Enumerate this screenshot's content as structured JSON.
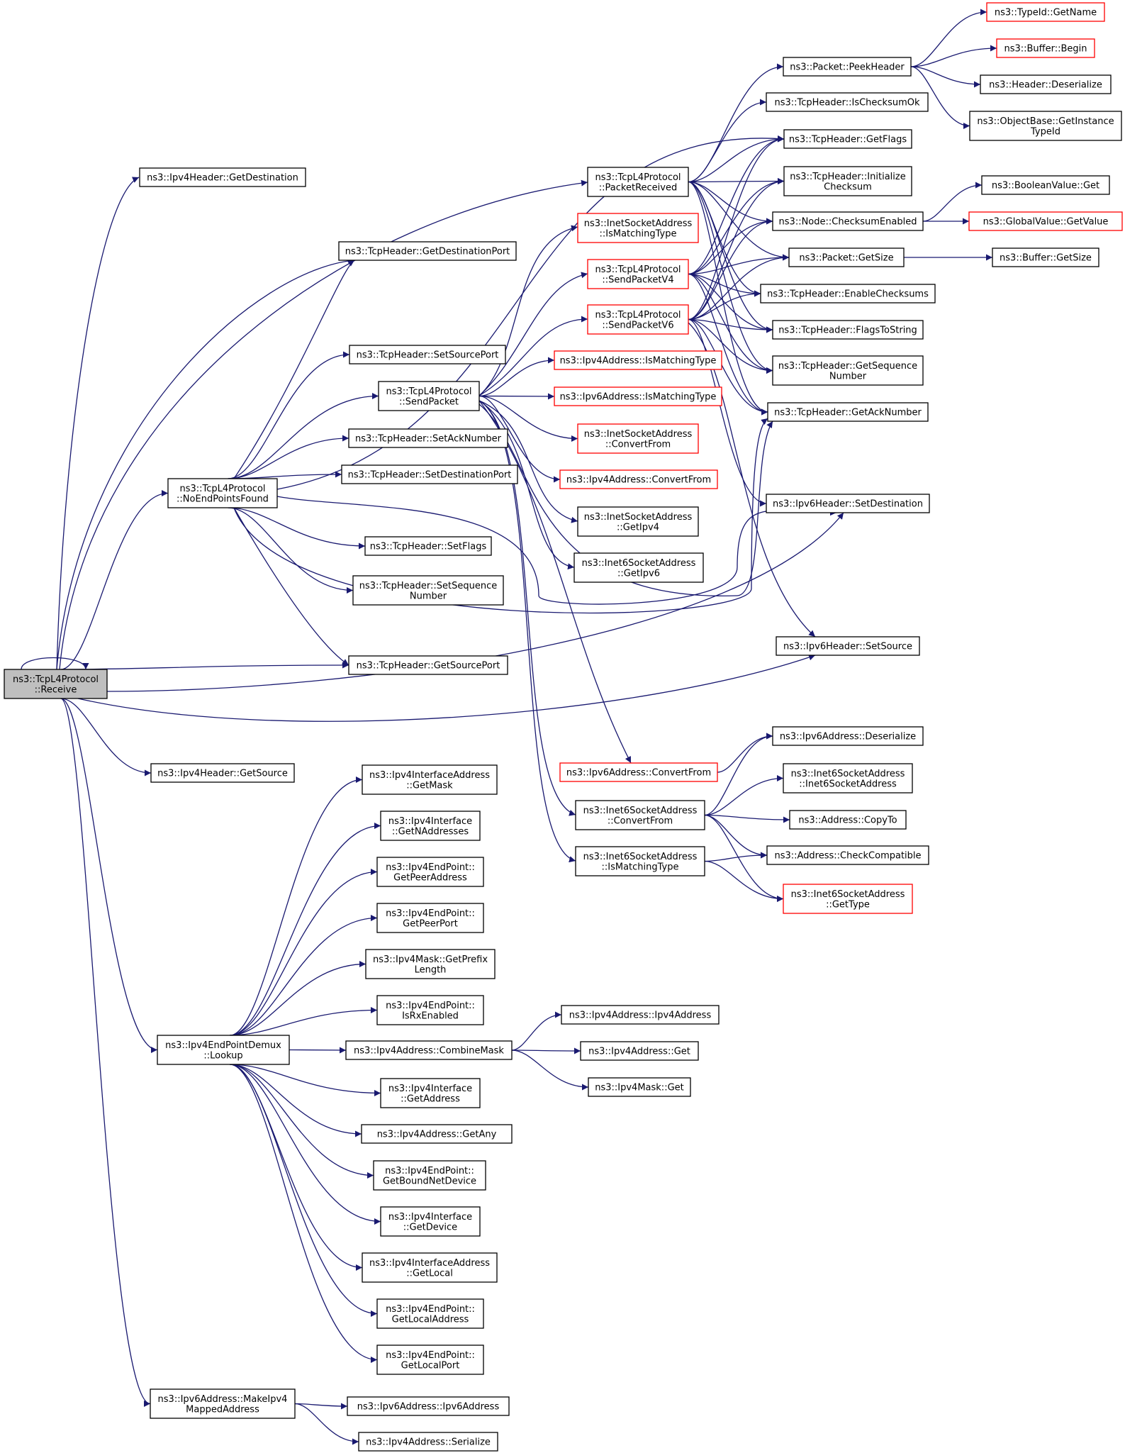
{
  "colors": {
    "edge": "#191970",
    "node_border": "#000000",
    "external_border": "#ff0000",
    "root_fill": "#bfbfbf",
    "background": "#ffffff"
  },
  "nodes": {
    "receive": {
      "lines": [
        "ns3::TcpL4Protocol",
        "::Receive"
      ]
    },
    "ipv4hdr_getdestination": {
      "lines": [
        "ns3::Ipv4Header::GetDestination"
      ]
    },
    "tcphdr_getdestinationport": {
      "lines": [
        "ns3::TcpHeader::GetDestinationPort"
      ]
    },
    "tcpl4_nopendpointsfound": {
      "lines": [
        "ns3::TcpL4Protocol",
        "::NoEndPointsFound"
      ]
    },
    "tcphdr_setsourceport": {
      "lines": [
        "ns3::TcpHeader::SetSourcePort"
      ]
    },
    "tcpl4_sendpacket": {
      "lines": [
        "ns3::TcpL4Protocol",
        "::SendPacket"
      ]
    },
    "tcphdr_setacknumber": {
      "lines": [
        "ns3::TcpHeader::SetAckNumber"
      ]
    },
    "tcphdr_setdestinationport": {
      "lines": [
        "ns3::TcpHeader::SetDestinationPort"
      ]
    },
    "tcphdr_setflags": {
      "lines": [
        "ns3::TcpHeader::SetFlags"
      ]
    },
    "tcphdr_setsequencenumber": {
      "lines": [
        "ns3::TcpHeader::SetSequence",
        "Number"
      ]
    },
    "tcphdr_getsourceport": {
      "lines": [
        "ns3::TcpHeader::GetSourcePort"
      ]
    },
    "ipv4hdr_getsource": {
      "lines": [
        "ns3::Ipv4Header::GetSource"
      ]
    },
    "tcpl4_packetreceived": {
      "lines": [
        "ns3::TcpL4Protocol",
        "::PacketReceived"
      ]
    },
    "inetsock_ismatchingtype": {
      "lines": [
        "ns3::InetSocketAddress",
        "::IsMatchingType"
      ]
    },
    "tcpl4_sendpacketv4": {
      "lines": [
        "ns3::TcpL4Protocol",
        "::SendPacketV4"
      ]
    },
    "tcpl4_sendpacketv6": {
      "lines": [
        "ns3::TcpL4Protocol",
        "::SendPacketV6"
      ]
    },
    "ipv4addr_ismatchingtype": {
      "lines": [
        "ns3::Ipv4Address::IsMatchingType"
      ]
    },
    "ipv6addr_ismatchingtype": {
      "lines": [
        "ns3::Ipv6Address::IsMatchingType"
      ]
    },
    "inetsock_convertfrom": {
      "lines": [
        "ns3::InetSocketAddress",
        "::ConvertFrom"
      ]
    },
    "ipv4addr_convertfrom": {
      "lines": [
        "ns3::Ipv4Address::ConvertFrom"
      ]
    },
    "inetsock_getipv4": {
      "lines": [
        "ns3::InetSocketAddress",
        "::GetIpv4"
      ]
    },
    "inet6sock_getipv6": {
      "lines": [
        "ns3::Inet6SocketAddress",
        "::GetIpv6"
      ]
    },
    "packet_peekheader": {
      "lines": [
        "ns3::Packet::PeekHeader"
      ]
    },
    "tcphdr_ischecksumok": {
      "lines": [
        "ns3::TcpHeader::IsChecksumOk"
      ]
    },
    "tcphdr_getflags": {
      "lines": [
        "ns3::TcpHeader::GetFlags"
      ]
    },
    "tcphdr_initializechecksum": {
      "lines": [
        "ns3::TcpHeader::Initialize",
        "Checksum"
      ]
    },
    "node_checksumenabled": {
      "lines": [
        "ns3::Node::ChecksumEnabled"
      ]
    },
    "packet_getsize": {
      "lines": [
        "ns3::Packet::GetSize"
      ]
    },
    "tcphdr_enablechecksums": {
      "lines": [
        "ns3::TcpHeader::EnableChecksums"
      ]
    },
    "tcphdr_flagstostring": {
      "lines": [
        "ns3::TcpHeader::FlagsToString"
      ]
    },
    "tcphdr_getsequencenumber": {
      "lines": [
        "ns3::TcpHeader::GetSequence",
        "Number"
      ]
    },
    "tcphdr_getacknumber": {
      "lines": [
        "ns3::TcpHeader::GetAckNumber"
      ]
    },
    "ipv6hdr_setdestination": {
      "lines": [
        "ns3::Ipv6Header::SetDestination"
      ]
    },
    "ipv6hdr_setsource": {
      "lines": [
        "ns3::Ipv6Header::SetSource"
      ]
    },
    "typeid_getname": {
      "lines": [
        "ns3::TypeId::GetName"
      ]
    },
    "buffer_begin": {
      "lines": [
        "ns3::Buffer::Begin"
      ]
    },
    "header_deserialize": {
      "lines": [
        "ns3::Header::Deserialize"
      ]
    },
    "objectbase_getinstancetypeid": {
      "lines": [
        "ns3::ObjectBase::GetInstance",
        "TypeId"
      ]
    },
    "booleanvalue_get": {
      "lines": [
        "ns3::BooleanValue::Get"
      ]
    },
    "globalvalue_getvalue": {
      "lines": [
        "ns3::GlobalValue::GetValue"
      ]
    },
    "buffer_getsize": {
      "lines": [
        "ns3::Buffer::GetSize"
      ]
    },
    "ipv6addr_convertfrom": {
      "lines": [
        "ns3::Ipv6Address::ConvertFrom"
      ]
    },
    "ipv6addr_deserialize": {
      "lines": [
        "ns3::Ipv6Address::Deserialize"
      ]
    },
    "inet6sock_inet6socketaddress": {
      "lines": [
        "ns3::Inet6SocketAddress",
        "::Inet6SocketAddress"
      ]
    },
    "inet6sock_convertfrom": {
      "lines": [
        "ns3::Inet6SocketAddress",
        "::ConvertFrom"
      ]
    },
    "address_copyto": {
      "lines": [
        "ns3::Address::CopyTo"
      ]
    },
    "address_checkcompatible": {
      "lines": [
        "ns3::Address::CheckCompatible"
      ]
    },
    "inet6sock_ismatchingtype": {
      "lines": [
        "ns3::Inet6SocketAddress",
        "::IsMatchingType"
      ]
    },
    "inet6sock_gettype": {
      "lines": [
        "ns3::Inet6SocketAddress",
        "::GetType"
      ]
    },
    "ipv4ifaddr_getmask": {
      "lines": [
        "ns3::Ipv4InterfaceAddress",
        "::GetMask"
      ]
    },
    "ipv4iface_getnaddresses": {
      "lines": [
        "ns3::Ipv4Interface",
        "::GetNAddresses"
      ]
    },
    "ipv4ep_getpeeraddress": {
      "lines": [
        "ns3::Ipv4EndPoint::",
        "GetPeerAddress"
      ]
    },
    "ipv4ep_getpeerport": {
      "lines": [
        "ns3::Ipv4EndPoint::",
        "GetPeerPort"
      ]
    },
    "ipv4mask_getprefixlength": {
      "lines": [
        "ns3::Ipv4Mask::GetPrefix",
        "Length"
      ]
    },
    "ipv4ep_isrxenabled": {
      "lines": [
        "ns3::Ipv4EndPoint::",
        "IsRxEnabled"
      ]
    },
    "ipv4epdemux_lookup": {
      "lines": [
        "ns3::Ipv4EndPointDemux",
        "::Lookup"
      ]
    },
    "ipv4addr_combinemask": {
      "lines": [
        "ns3::Ipv4Address::CombineMask"
      ]
    },
    "ipv4addr_ipv4address": {
      "lines": [
        "ns3::Ipv4Address::Ipv4Address"
      ]
    },
    "ipv4addr_get": {
      "lines": [
        "ns3::Ipv4Address::Get"
      ]
    },
    "ipv4mask_get": {
      "lines": [
        "ns3::Ipv4Mask::Get"
      ]
    },
    "ipv4iface_getaddress": {
      "lines": [
        "ns3::Ipv4Interface",
        "::GetAddress"
      ]
    },
    "ipv4addr_getany": {
      "lines": [
        "ns3::Ipv4Address::GetAny"
      ]
    },
    "ipv4ep_getboundnetdevice": {
      "lines": [
        "ns3::Ipv4EndPoint::",
        "GetBoundNetDevice"
      ]
    },
    "ipv4iface_getdevice": {
      "lines": [
        "ns3::Ipv4Interface",
        "::GetDevice"
      ]
    },
    "ipv4ifaddr_getlocal": {
      "lines": [
        "ns3::Ipv4InterfaceAddress",
        "::GetLocal"
      ]
    },
    "ipv4ep_getlocaladdress": {
      "lines": [
        "ns3::Ipv4EndPoint::",
        "GetLocalAddress"
      ]
    },
    "ipv4ep_getlocalport": {
      "lines": [
        "ns3::Ipv4EndPoint::",
        "GetLocalPort"
      ]
    },
    "ipv6addr_makeipv4mappedaddress": {
      "lines": [
        "ns3::Ipv6Address::MakeIpv4",
        "MappedAddress"
      ]
    },
    "ipv6addr_ipv6address": {
      "lines": [
        "ns3::Ipv6Address::Ipv6Address"
      ]
    },
    "ipv4addr_serialize": {
      "lines": [
        "ns3::Ipv4Address::Serialize"
      ]
    }
  }
}
